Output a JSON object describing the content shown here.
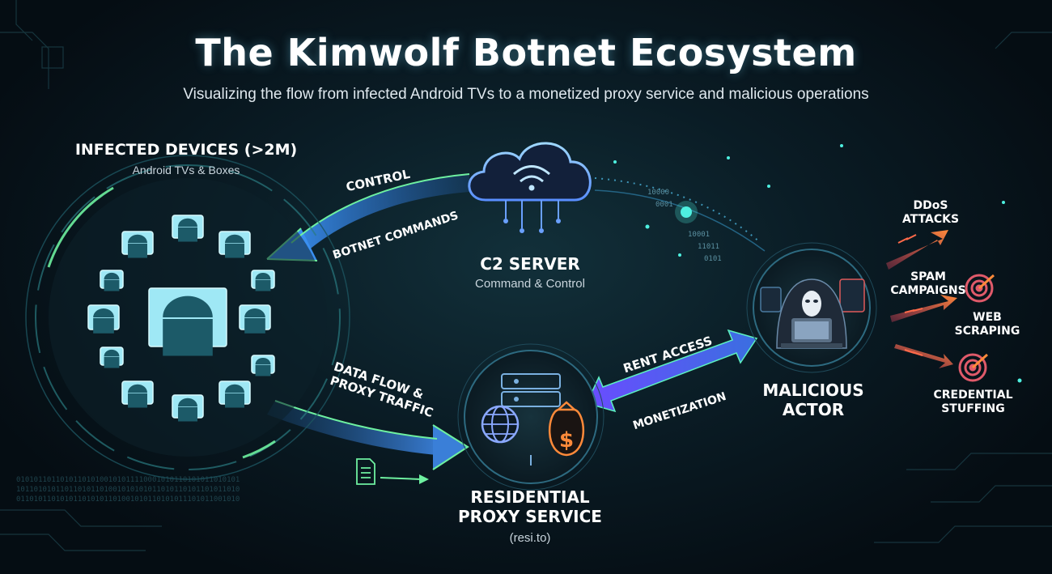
{
  "header": {
    "title": "The Kimwolf Botnet Ecosystem",
    "subtitle": "Visualizing the flow from infected Android TVs to a monetized proxy service and malicious operations"
  },
  "devices": {
    "title": "INFECTED DEVICES (>2M)",
    "subtitle": "Android TVs & Boxes",
    "icon": "android-tv-icon"
  },
  "c2": {
    "title": "C2 SERVER",
    "subtitle": "Command & Control",
    "icon": "cloud-wifi-icon"
  },
  "proxy": {
    "title_line1": "RESIDENTIAL",
    "title_line2": "PROXY SERVICE",
    "subtitle": "(resi.to)",
    "icon": "server-globe-money-icon"
  },
  "actor": {
    "title_line1": "MALICIOUS",
    "title_line2": "ACTOR",
    "icon": "hooded-hacker-icon"
  },
  "flows": {
    "control": "CONTROL",
    "botnet_commands": "BOTNET COMMANDS",
    "data_flow_line1": "DATA FLOW &",
    "data_flow_line2": "PROXY TRAFFIC",
    "rent_access": "RENT ACCESS",
    "monetization": "MONETIZATION"
  },
  "attacks": {
    "ddos_line1": "DDoS",
    "ddos_line2": "ATTACKS",
    "spam_line1": "SPAM",
    "spam_line2": "CAMPAIGNS",
    "web_line1": "WEB",
    "web_line2": "SCRAPING",
    "cred_line1": "CREDENTIAL",
    "cred_line2": "STUFFING"
  },
  "binary": {
    "b1": "10000",
    "b2": "0001",
    "b3": "10001",
    "b4": "11011",
    "b5": "0101"
  },
  "colors": {
    "accent_cyan": "#5fe0f0",
    "accent_green": "#6ef0a0",
    "accent_purple": "#7a5cff",
    "attack_orange": "#ff7a45",
    "background": "#061018"
  }
}
